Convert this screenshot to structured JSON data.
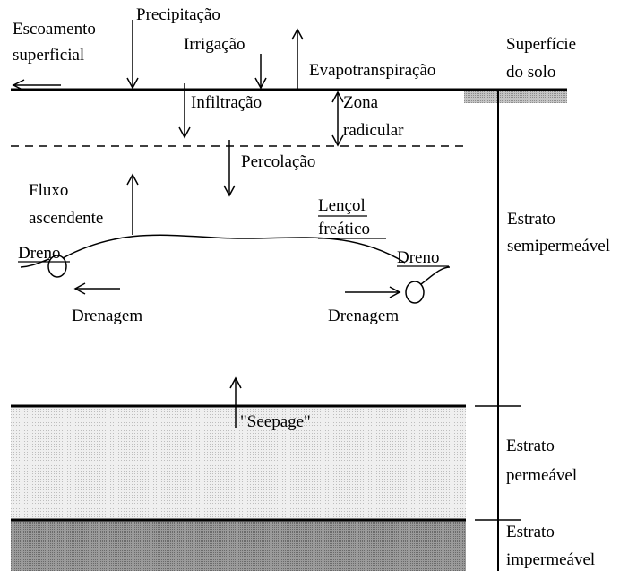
{
  "labels": {
    "escoamento_1": "Escoamento",
    "escoamento_2": "superficial",
    "precipitacao": "Precipitação",
    "irrigacao": "Irrigação",
    "evapotranspiracao": "Evapotranspiração",
    "superficie_1": "Superfície",
    "superficie_2": "do solo",
    "infiltracao": "Infiltração",
    "zona_1": "Zona",
    "zona_2": "radicular",
    "percolacao": "Percolação",
    "fluxo_1": "Fluxo",
    "fluxo_2": "ascendente",
    "lencol_1": "Lençol",
    "lencol_2": "freático",
    "estrato_semi_1": "Estrato",
    "estrato_semi_2": "semipermeável",
    "dreno_left": "Dreno",
    "dreno_right": "Dreno",
    "drenagem_left": "Drenagem",
    "drenagem_right": "Drenagem",
    "seepage": "\"Seepage\"",
    "estrato_perm_1": "Estrato",
    "estrato_perm_2": "permeável",
    "estrato_imp_1": "Estrato",
    "estrato_imp_2": "impermeável"
  },
  "colors": {
    "line": "#000000",
    "permeable_fill": "#e4e4e4",
    "impermeable_fill": "#8a8a8a",
    "ground_patch": "#b0b0b0"
  }
}
